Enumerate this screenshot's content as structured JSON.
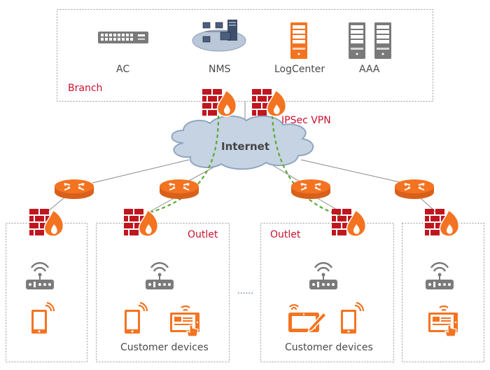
{
  "diagram": {
    "hq": {
      "zone_label": "Branch",
      "devices": [
        {
          "label": "AC",
          "icon": "access-controller-icon"
        },
        {
          "label": "NMS",
          "icon": "network-management-icon"
        },
        {
          "label": "LogCenter",
          "icon": "log-server-icon"
        },
        {
          "label": "AAA",
          "icon": "aaa-server-icon"
        }
      ],
      "firewalls": 2
    },
    "internet": {
      "label": "Internet"
    },
    "vpn": {
      "label": "IPSec VPN",
      "color": "#5aaa32"
    },
    "sites": [
      {
        "label": "",
        "devices": [
          "phone"
        ],
        "caption": ""
      },
      {
        "label": "Outlet",
        "devices": [
          "phone",
          "touch-panel"
        ],
        "caption": "Customer devices"
      },
      {
        "label": "Outlet",
        "devices": [
          "tablet-pen",
          "phone"
        ],
        "caption": "Customer devices"
      },
      {
        "label": "",
        "devices": [
          "touch-panel"
        ],
        "caption": ""
      }
    ],
    "ellipsis": "......",
    "colors": {
      "firewall": "#c0161f",
      "flame": "#f47321",
      "router": "#f47321",
      "gray_device": "#7a7a7a",
      "accent_red": "#c8102e",
      "cloud": "#c6d3e3",
      "vpn_line": "#5aaa32"
    }
  }
}
